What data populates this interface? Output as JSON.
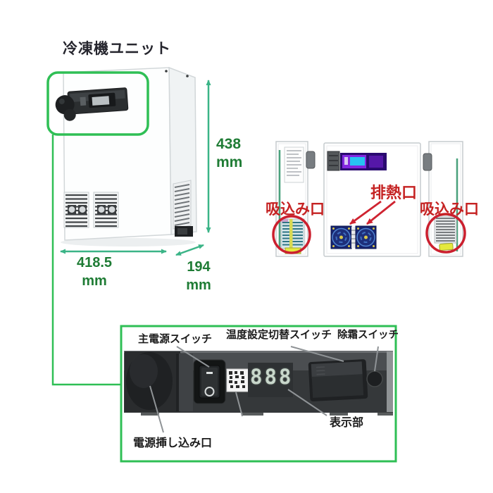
{
  "title": "冷凍機ユニット",
  "dimensions": {
    "height": {
      "value": "438",
      "unit": "mm"
    },
    "width": {
      "value": "418.5",
      "unit": "mm"
    },
    "depth": {
      "value": "194",
      "unit": "mm"
    }
  },
  "airflow_diagram": {
    "intake_left_label": "吸込み口",
    "exhaust_label": "排熱口",
    "intake_right_label": "吸込み口"
  },
  "control_panel": {
    "main_power_label": "主電源スイッチ",
    "temperature_label": "温度設定切替スイッチ",
    "defrost_label": "除霜スイッチ",
    "display_label": "表示部",
    "power_inlet_label": "電源挿し込み口",
    "display_value": "888"
  },
  "colors": {
    "frame_green": "#2fbf55",
    "arrow_green": "#3bb487",
    "dimension_text_green": "#1f7c35",
    "annotation_red": "#c52222"
  }
}
